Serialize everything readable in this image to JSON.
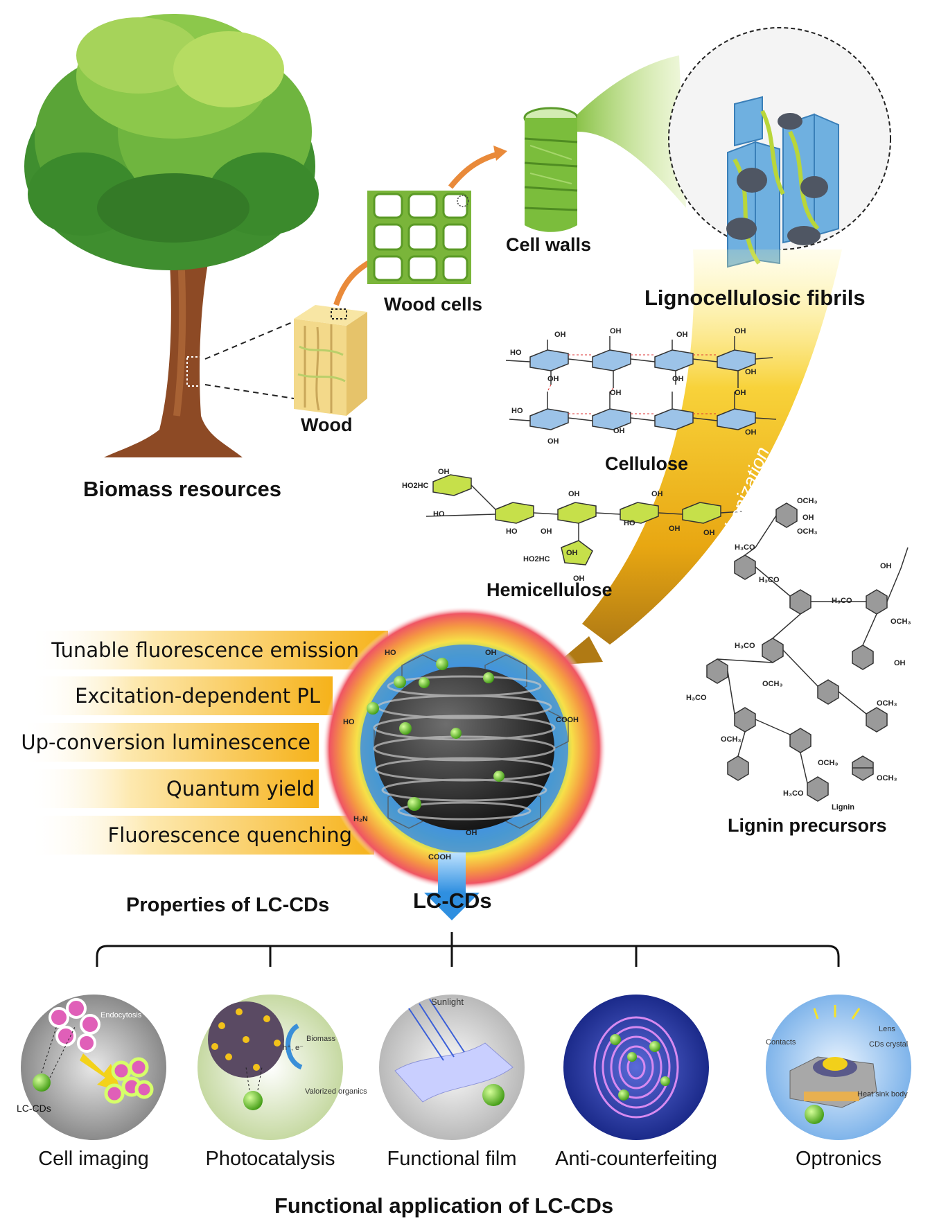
{
  "labels": {
    "biomass": "Biomass resources",
    "wood": "Wood",
    "wood_cells": "Wood cells",
    "cell_walls": "Cell walls",
    "fibrils": "Lignocellulosic fibrils",
    "cellulose": "Cellulose",
    "hemicellulose": "Hemicellulose",
    "decomposition": "Decomposition and Carbonization",
    "lignin": "Lignin precursors",
    "properties_title": "Properties of LC-CDs",
    "lccds": "LC-CDs",
    "applications_title": "Functional application of LC-CDs"
  },
  "properties": [
    "Tunable fluorescence emission",
    "Excitation-dependent PL",
    "Up-conversion luminescence",
    "Quantum yield",
    "Fluorescence quenching"
  ],
  "applications": [
    {
      "label": "Cell imaging",
      "inner": [
        "Endocytosis",
        "LC-CDs"
      ]
    },
    {
      "label": "Photocatalysis",
      "inner": [
        "Biomass",
        "h⁺, e⁻",
        "Valorized organics"
      ]
    },
    {
      "label": "Functional film",
      "inner": [
        "Sunlight"
      ]
    },
    {
      "label": "Anti-counterfeiting",
      "inner": []
    },
    {
      "label": "Optronics",
      "inner": [
        "Lens",
        "Contacts",
        "CDs crystal",
        "Heat sink body"
      ]
    }
  ],
  "chem": {
    "oh": "OH",
    "ho": "HO",
    "cooh": "COOH",
    "h2n": "H₂N",
    "ho2hc": "HO2HC",
    "och3": "OCH₃",
    "h3co": "H₃CO",
    "lignin_tail": "Lignin"
  },
  "colors": {
    "tree_leaf": "#7cb342",
    "trunk": "#8d4a25",
    "arrow_orange": "#e98a3a",
    "funnel_yellow": "#f5c518",
    "funnel_brown": "#b8860b",
    "prop_bar": "#f7b500",
    "blue_arrow": "#4fa3e8",
    "cd_green": "#7ed321"
  }
}
